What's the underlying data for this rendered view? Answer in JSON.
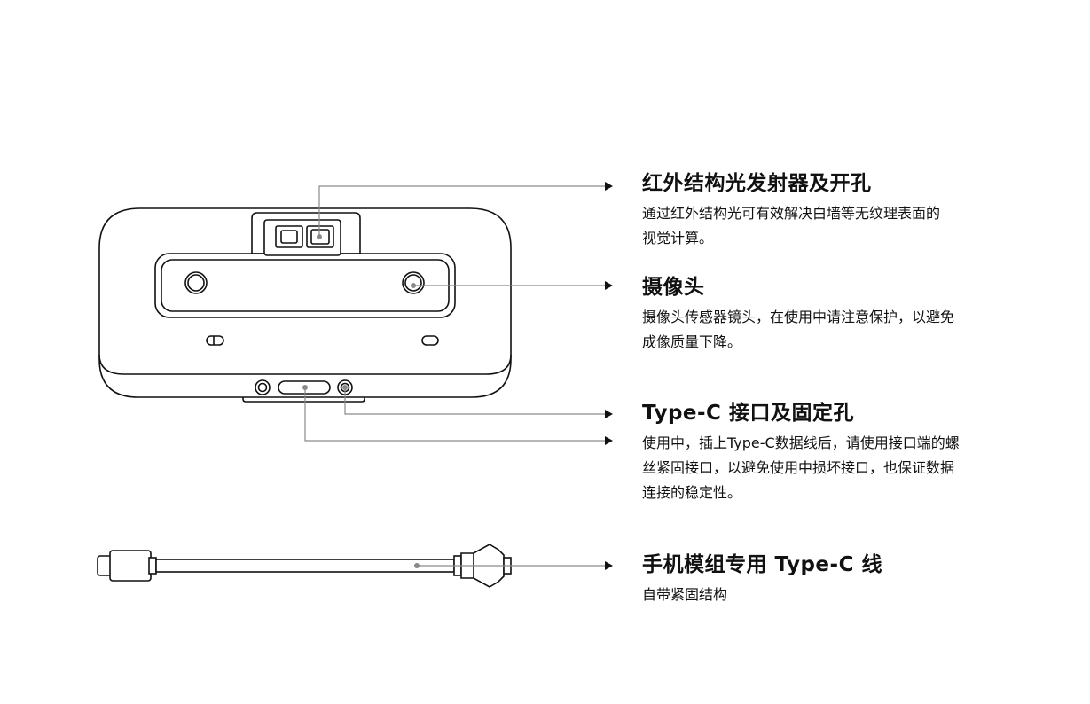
{
  "callouts": [
    {
      "title": "红外结构光发射器及开孔",
      "desc": "通过红外结构光可有效解决白墙等无纹理表面的\n视觉计算。"
    },
    {
      "title": "摄像头",
      "desc": "摄像头传感器镜头，在使用中请注意保护，以避免\n成像质量下降。"
    },
    {
      "title": "Type-C 接口及固定孔",
      "desc": "使用中，插上Type-C数据线后，请使用接口端的螺\n丝紧固接口，以避免使用中损坏接口，也保证数据\n连接的稳定性。"
    },
    {
      "title": "手机模组专用 Type-C 线",
      "desc": "自带紧固结构"
    }
  ],
  "colors": {
    "outline": "#111111",
    "leader": "#8a8a8a",
    "text": "#111111"
  },
  "icons": [
    "arrow-right-icon"
  ]
}
